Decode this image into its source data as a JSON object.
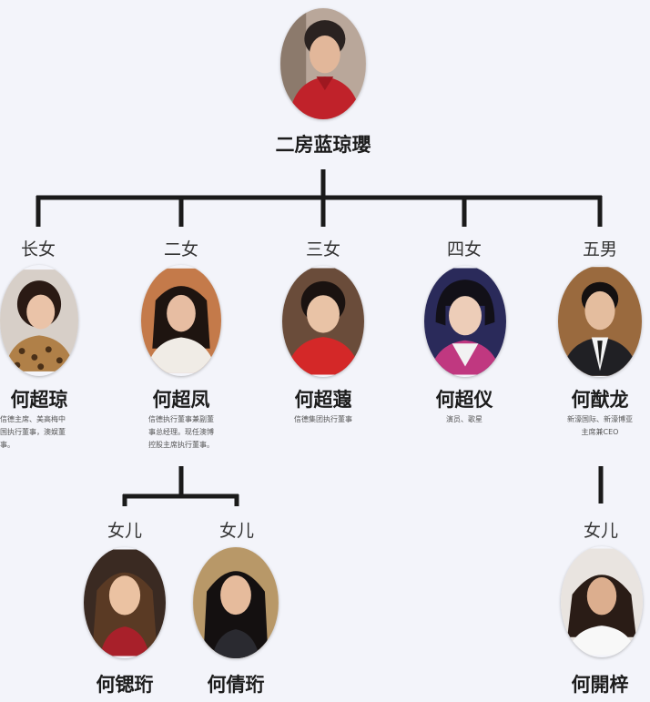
{
  "root": {
    "name": "二房蓝琼瓔",
    "photo": "photo-woman-red-qipao"
  },
  "children": [
    {
      "relation": "长女",
      "name": "何超琼",
      "desc": [
        "信德主席、美高梅中",
        "国执行董事，澳娱董",
        "事。"
      ],
      "photo": "photo-woman-leopard-print"
    },
    {
      "relation": "二女",
      "name": "何超凤",
      "desc": [
        "信德执行董事兼副董",
        "事总经理。现任澳博",
        "控股主席执行董事。"
      ],
      "photo": "photo-woman-dark-hair"
    },
    {
      "relation": "三女",
      "name": "何超蕸",
      "desc": [
        "信德集团执行董事"
      ],
      "photo": "photo-woman-red-blazer"
    },
    {
      "relation": "四女",
      "name": "何超仪",
      "desc": [
        "演员、歌星"
      ],
      "photo": "photo-woman-bob-hair"
    },
    {
      "relation": "五男",
      "name": "何猷龙",
      "desc": [
        "新濠国际、新濠博亚",
        "主席兼CEO"
      ],
      "photo": "photo-man-suit"
    }
  ],
  "grandchildren_chaofeng": [
    {
      "relation": "女儿",
      "name": "何锶珩",
      "photo": "photo-woman-long-hair"
    },
    {
      "relation": "女儿",
      "name": "何倩珩",
      "photo": "photo-woman-long-black-hair"
    }
  ],
  "grandchildren_youlong": [
    {
      "relation": "女儿",
      "name": "何開梓",
      "photo": "photo-girl-curly-hair"
    }
  ],
  "colors": {
    "line": "#1a1a1a",
    "background": "#f3f4fa"
  }
}
